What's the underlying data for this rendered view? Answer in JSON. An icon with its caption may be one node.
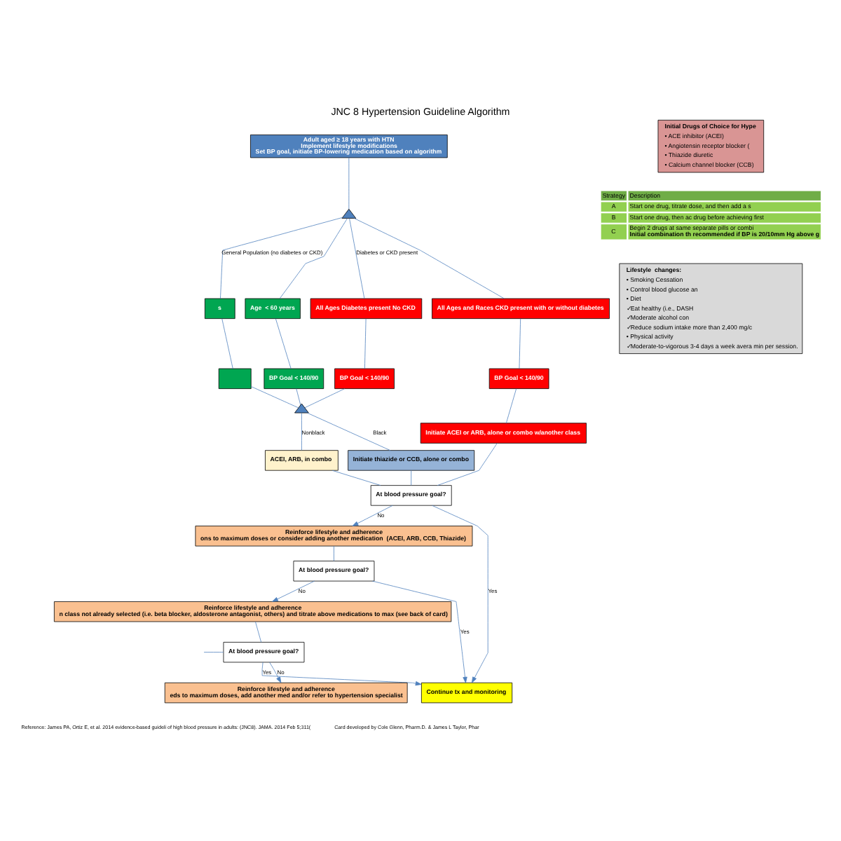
{
  "diagram": {
    "title": "JNC 8 Hypertension Guideline Algorithm",
    "nodes": [
      {
        "text": [
          "Adult aged ≥ 18 years with HTN",
          "Implement lifestyle modifications",
          "Set BP goal, initiate BP-lowering medication based on algorithm"
        ]
      },
      {
        "text": [],
        "shape": "triangle"
      },
      {
        "text": [
          "s"
        ]
      },
      {
        "text": [
          "Age  < 60 years"
        ]
      },
      {
        "text": [],
        "shape": "box"
      },
      {
        "text": [
          "BP Goal < 140/90"
        ]
      },
      {
        "text": [
          "All Ages Diabetes present No CKD"
        ]
      },
      {
        "text": [
          "All Ages and Races CKD present with or without diabetes"
        ]
      },
      {
        "text": [
          "BP Goal < 140/90"
        ]
      },
      {
        "text": [
          "BP Goal < 140/90"
        ]
      },
      {
        "text": [
          "Initiate ACEI or ARB, alone or combo w/another class"
        ]
      },
      {
        "text": [],
        "shape": "triangle"
      },
      {
        "text": [
          "ACEI, ARB, in combo"
        ]
      },
      {
        "text": [
          "Initiate thiazide or CCB, alone or combo"
        ]
      },
      {
        "text": [
          "At blood pressure goal?"
        ]
      },
      {
        "text": [
          "Reinforce lifestyle and adherence",
          "ons to maximum doses or consider adding another medication  (ACEI, ARB, CCB, Thiazide)"
        ]
      },
      {
        "text": [
          "At blood pressure goal?"
        ]
      },
      {
        "text": [
          "Reinforce lifestyle and adherence",
          "n class not already selected (i.e. beta blocker, aldosterone antagonist, others) and titrate above medications to max (see back of card)"
        ]
      },
      {
        "text": [
          "At blood pressure goal?"
        ]
      },
      {
        "text": [
          "Continue tx and monitoring"
        ]
      },
      {
        "text": [
          "Reinforce lifestyle and adherence",
          "eds to maximum doses, add another med and/or refer to hypertension specialist"
        ]
      },
      {
        "text": [
          "Initial Drugs of Choice for Hype",
          "• ACE inhibitor (ACEI)",
          "• Angiotensin receptor blocker (",
          "• Thiazide diuretic",
          "• Calcium channel blocker (CCB)"
        ]
      },
      {
        "text": [
          "Lifestyle  changes:",
          "• Smoking Cessation",
          "• Control blood glucose an",
          "• Diet",
          "✓Eat healthy (i.e., DASH",
          "✓Moderate alcohol con",
          "✓Reduce sodium intake more than 2,400 mg/c",
          "• Physical activity",
          "✓Moderate-to-vigorous 3-4 days a week avera min per session."
        ]
      }
    ],
    "edges": [
      {
        "from": 0,
        "to": 1,
        "arrow": "none"
      },
      {
        "from": 1,
        "to": 2,
        "arrow": "none",
        "label": "General Population (no diabetes or CKD)"
      },
      {
        "from": 1,
        "to": 3,
        "arrow": "none"
      },
      {
        "from": 1,
        "to": 6,
        "arrow": "none",
        "label": "Diabetes or CKD present"
      },
      {
        "from": 1,
        "to": 7,
        "arrow": "none"
      },
      {
        "from": 2,
        "to": 4,
        "arrow": "none"
      },
      {
        "from": 3,
        "to": 5,
        "arrow": "none"
      },
      {
        "from": 6,
        "to": 8,
        "arrow": "none"
      },
      {
        "from": 7,
        "to": 9,
        "arrow": "none"
      },
      {
        "from": 9,
        "to": 10,
        "arrow": "none"
      },
      {
        "from": 4,
        "to": 11,
        "arrow": "none"
      },
      {
        "from": 5,
        "to": 11,
        "arrow": "none"
      },
      {
        "from": 8,
        "to": 11,
        "arrow": "none"
      },
      {
        "from": 11,
        "to": 12,
        "arrow": "none",
        "label": "Nonblack"
      },
      {
        "from": 11,
        "to": 13,
        "arrow": "none",
        "label": "Black"
      },
      {
        "from": 12,
        "to": 14,
        "arrow": "none"
      },
      {
        "from": 13,
        "to": 14,
        "arrow": "none"
      },
      {
        "from": 10,
        "to": 14,
        "arrow": "none"
      },
      {
        "from": 14,
        "to": 15,
        "arrow": "to",
        "label": "No"
      },
      {
        "from": 14,
        "to": 19,
        "arrow": "to",
        "label": "Yes"
      },
      {
        "from": 15,
        "to": 16,
        "arrow": "none"
      },
      {
        "from": 16,
        "to": 17,
        "arrow": "to",
        "label": "No"
      },
      {
        "from": 16,
        "to": 19,
        "arrow": "to",
        "label": "Yes"
      },
      {
        "from": 17,
        "to": 18,
        "arrow": "none"
      },
      {
        "from": 18,
        "to": 19,
        "arrow": "to",
        "label": "Yes"
      },
      {
        "from": 18,
        "to": 20,
        "arrow": "to",
        "label": "No"
      },
      {
        "from": null,
        "to": 18,
        "arrow": "none"
      }
    ],
    "labels": [
      "Strategy",
      "Description",
      "A",
      "Start one drug, titrate dose, and then add a s",
      "B",
      "Start one drug, then ac drug before achieving first",
      "C",
      "Begin 2 drugs at same separate pills or combi **Initial combination th recommended if BP is 20/10mm Hg above g**",
      "Reference: James PA, Ortiz E, et al. 2014 evidence-based guideli of high blood pressure in adults: (JNC8). JAMA. 2014 Feb 5;311(",
      "Card developed by Cole Glenn, Pharm.D. & James L Taylor, Phar"
    ]
  }
}
